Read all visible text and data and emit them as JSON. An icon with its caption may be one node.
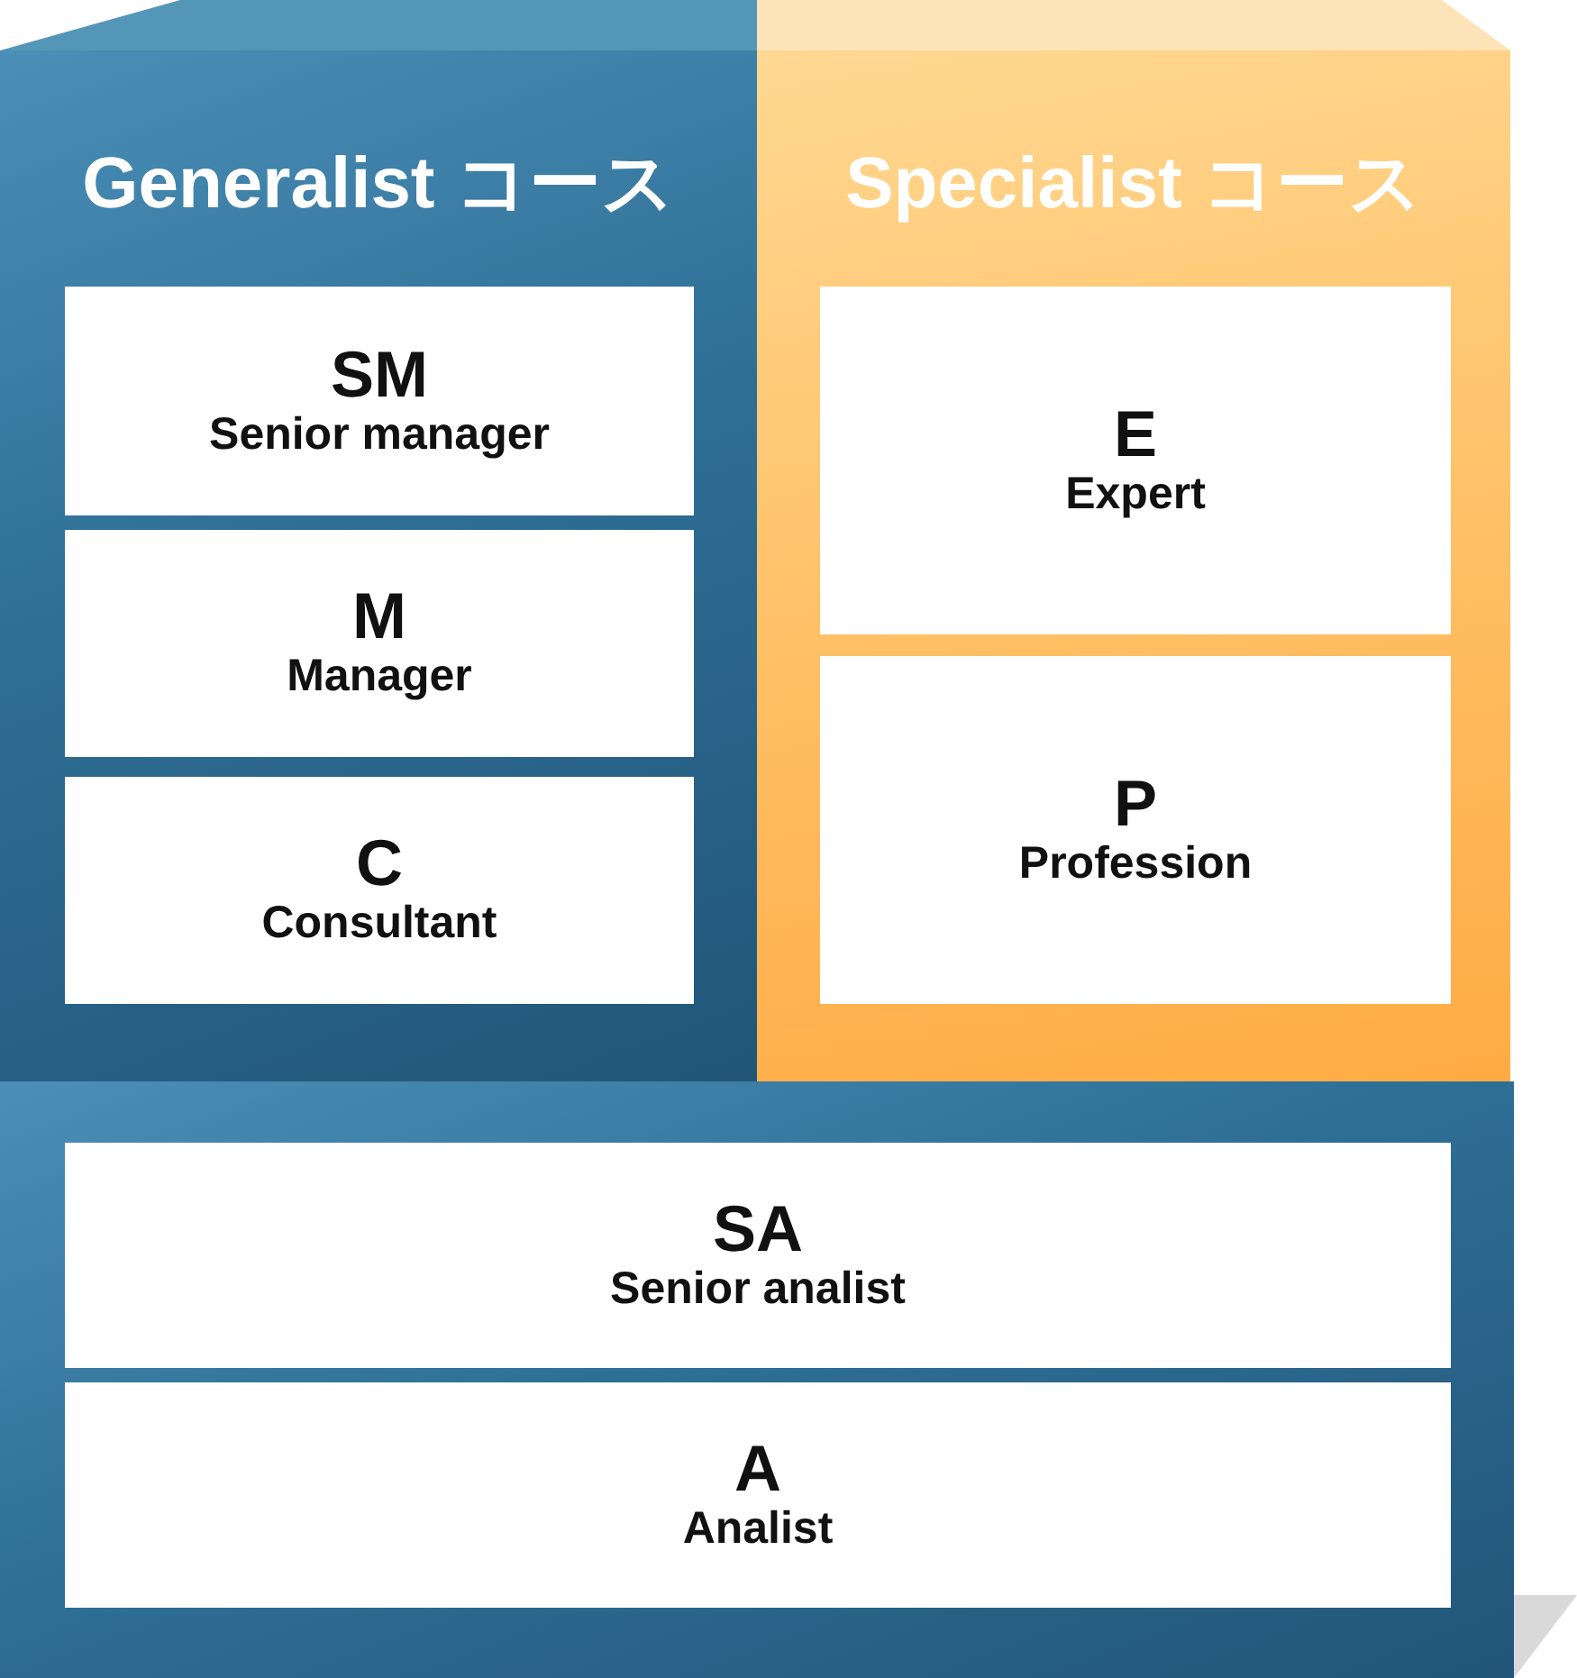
{
  "diagram": {
    "nodes": [
      {
        "text": [
          "Generalist コース"
        ]
      },
      {
        "text": [
          "SM",
          "Senior manager"
        ],
        "in": 0
      },
      {
        "text": [
          "M",
          "Manager"
        ],
        "in": 0
      },
      {
        "text": [
          "C",
          "Consultant"
        ],
        "in": 0
      },
      {
        "text": [
          "Specialist コース"
        ]
      },
      {
        "text": [
          "E",
          "Expert"
        ],
        "in": 4
      },
      {
        "text": [
          "P",
          "Profession"
        ],
        "in": 4
      },
      {
        "text": [],
        "shape": "box"
      },
      {
        "text": [
          "SA",
          "Senior analist"
        ],
        "in": 7
      },
      {
        "text": [
          "A",
          "Analist"
        ],
        "in": 7
      }
    ]
  }
}
